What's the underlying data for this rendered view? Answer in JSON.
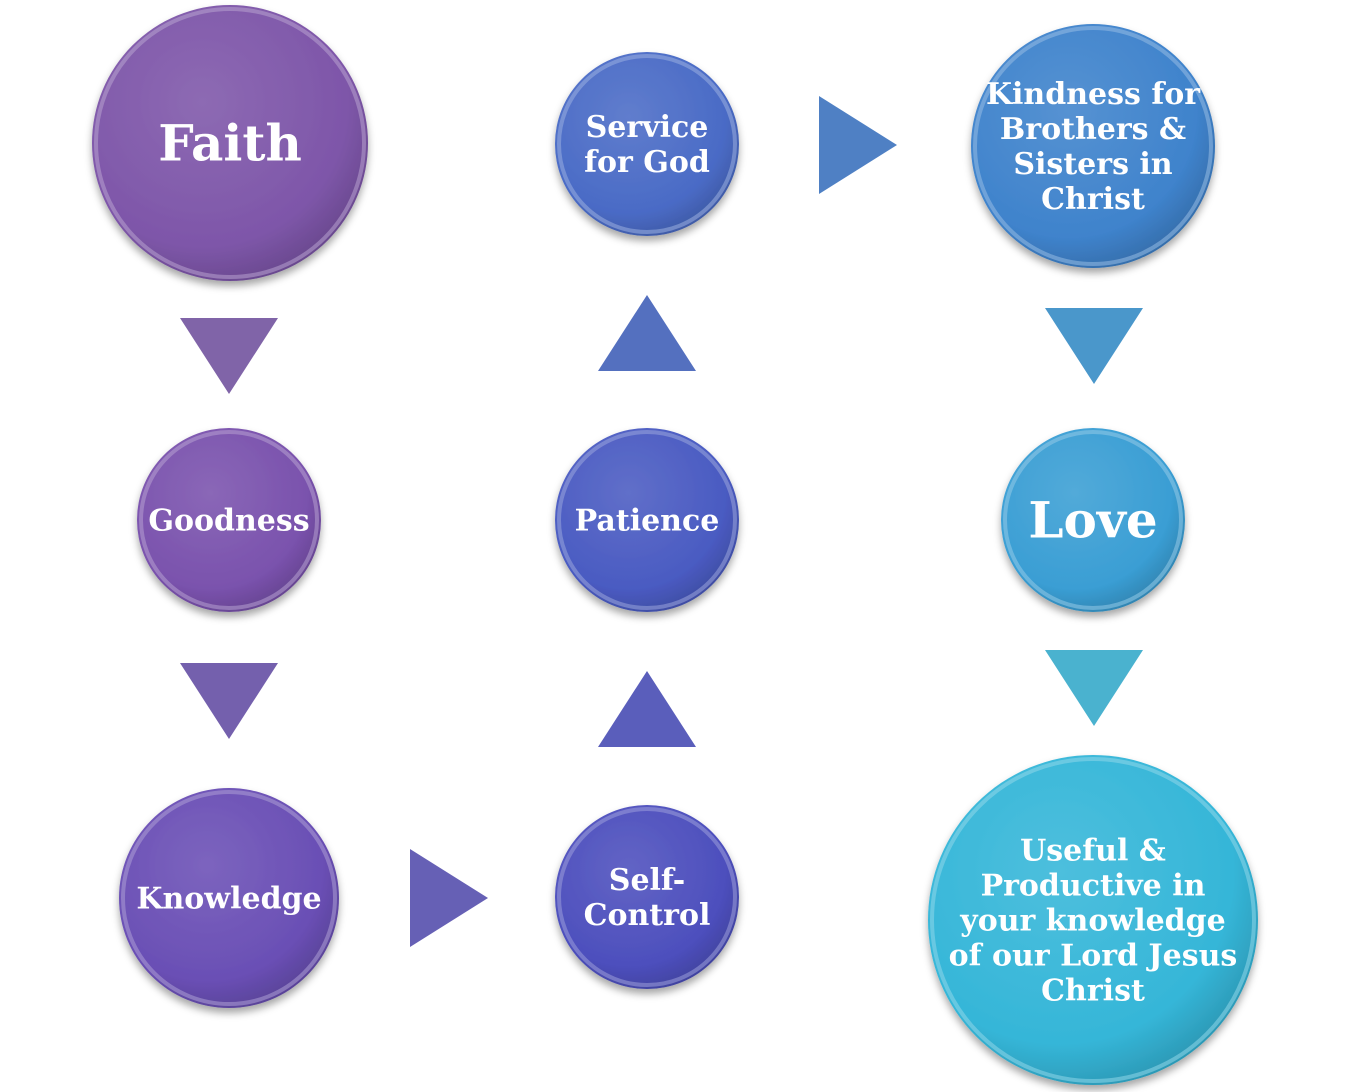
{
  "nodes": [
    {
      "id": "faith",
      "lines": [
        "Faith"
      ],
      "color": "#7e56a9"
    },
    {
      "id": "goodness",
      "lines": [
        "Goodness"
      ],
      "color": "#7a52ad"
    },
    {
      "id": "knowledge",
      "lines": [
        "Knowledge"
      ],
      "color": "#6a4fb5"
    },
    {
      "id": "self-control",
      "lines": [
        "Self-",
        "Control"
      ],
      "color": "#4d4fbd"
    },
    {
      "id": "patience",
      "lines": [
        "Patience"
      ],
      "color": "#4a5bc2"
    },
    {
      "id": "service",
      "lines": [
        "Service",
        "for God"
      ],
      "color": "#4a6bc6"
    },
    {
      "id": "kindness",
      "lines": [
        "Kindness for",
        "Brothers &",
        "Sisters in",
        "Christ"
      ],
      "color": "#3f83cc"
    },
    {
      "id": "love",
      "lines": [
        "Love"
      ],
      "color": "#3a9ed4"
    },
    {
      "id": "useful",
      "lines": [
        "Useful &",
        "Productive in",
        "your knowledge",
        "of our Lord Jesus",
        "Christ"
      ],
      "color": "#35b6d8"
    }
  ],
  "arrows": [
    {
      "from": "faith",
      "to": "goodness",
      "direction": "down",
      "color": "#8064a8"
    },
    {
      "from": "goodness",
      "to": "knowledge",
      "direction": "down",
      "color": "#7460ad"
    },
    {
      "from": "knowledge",
      "to": "self-control",
      "direction": "right",
      "color": "#6660b5"
    },
    {
      "from": "self-control",
      "to": "patience",
      "direction": "up",
      "color": "#5a5ebb"
    },
    {
      "from": "patience",
      "to": "service",
      "direction": "up",
      "color": "#5470bf"
    },
    {
      "from": "service",
      "to": "kindness",
      "direction": "right",
      "color": "#4f80c4"
    },
    {
      "from": "kindness",
      "to": "love",
      "direction": "down",
      "color": "#4a97cb"
    },
    {
      "from": "love",
      "to": "useful",
      "direction": "down",
      "color": "#4ab2cf"
    }
  ]
}
